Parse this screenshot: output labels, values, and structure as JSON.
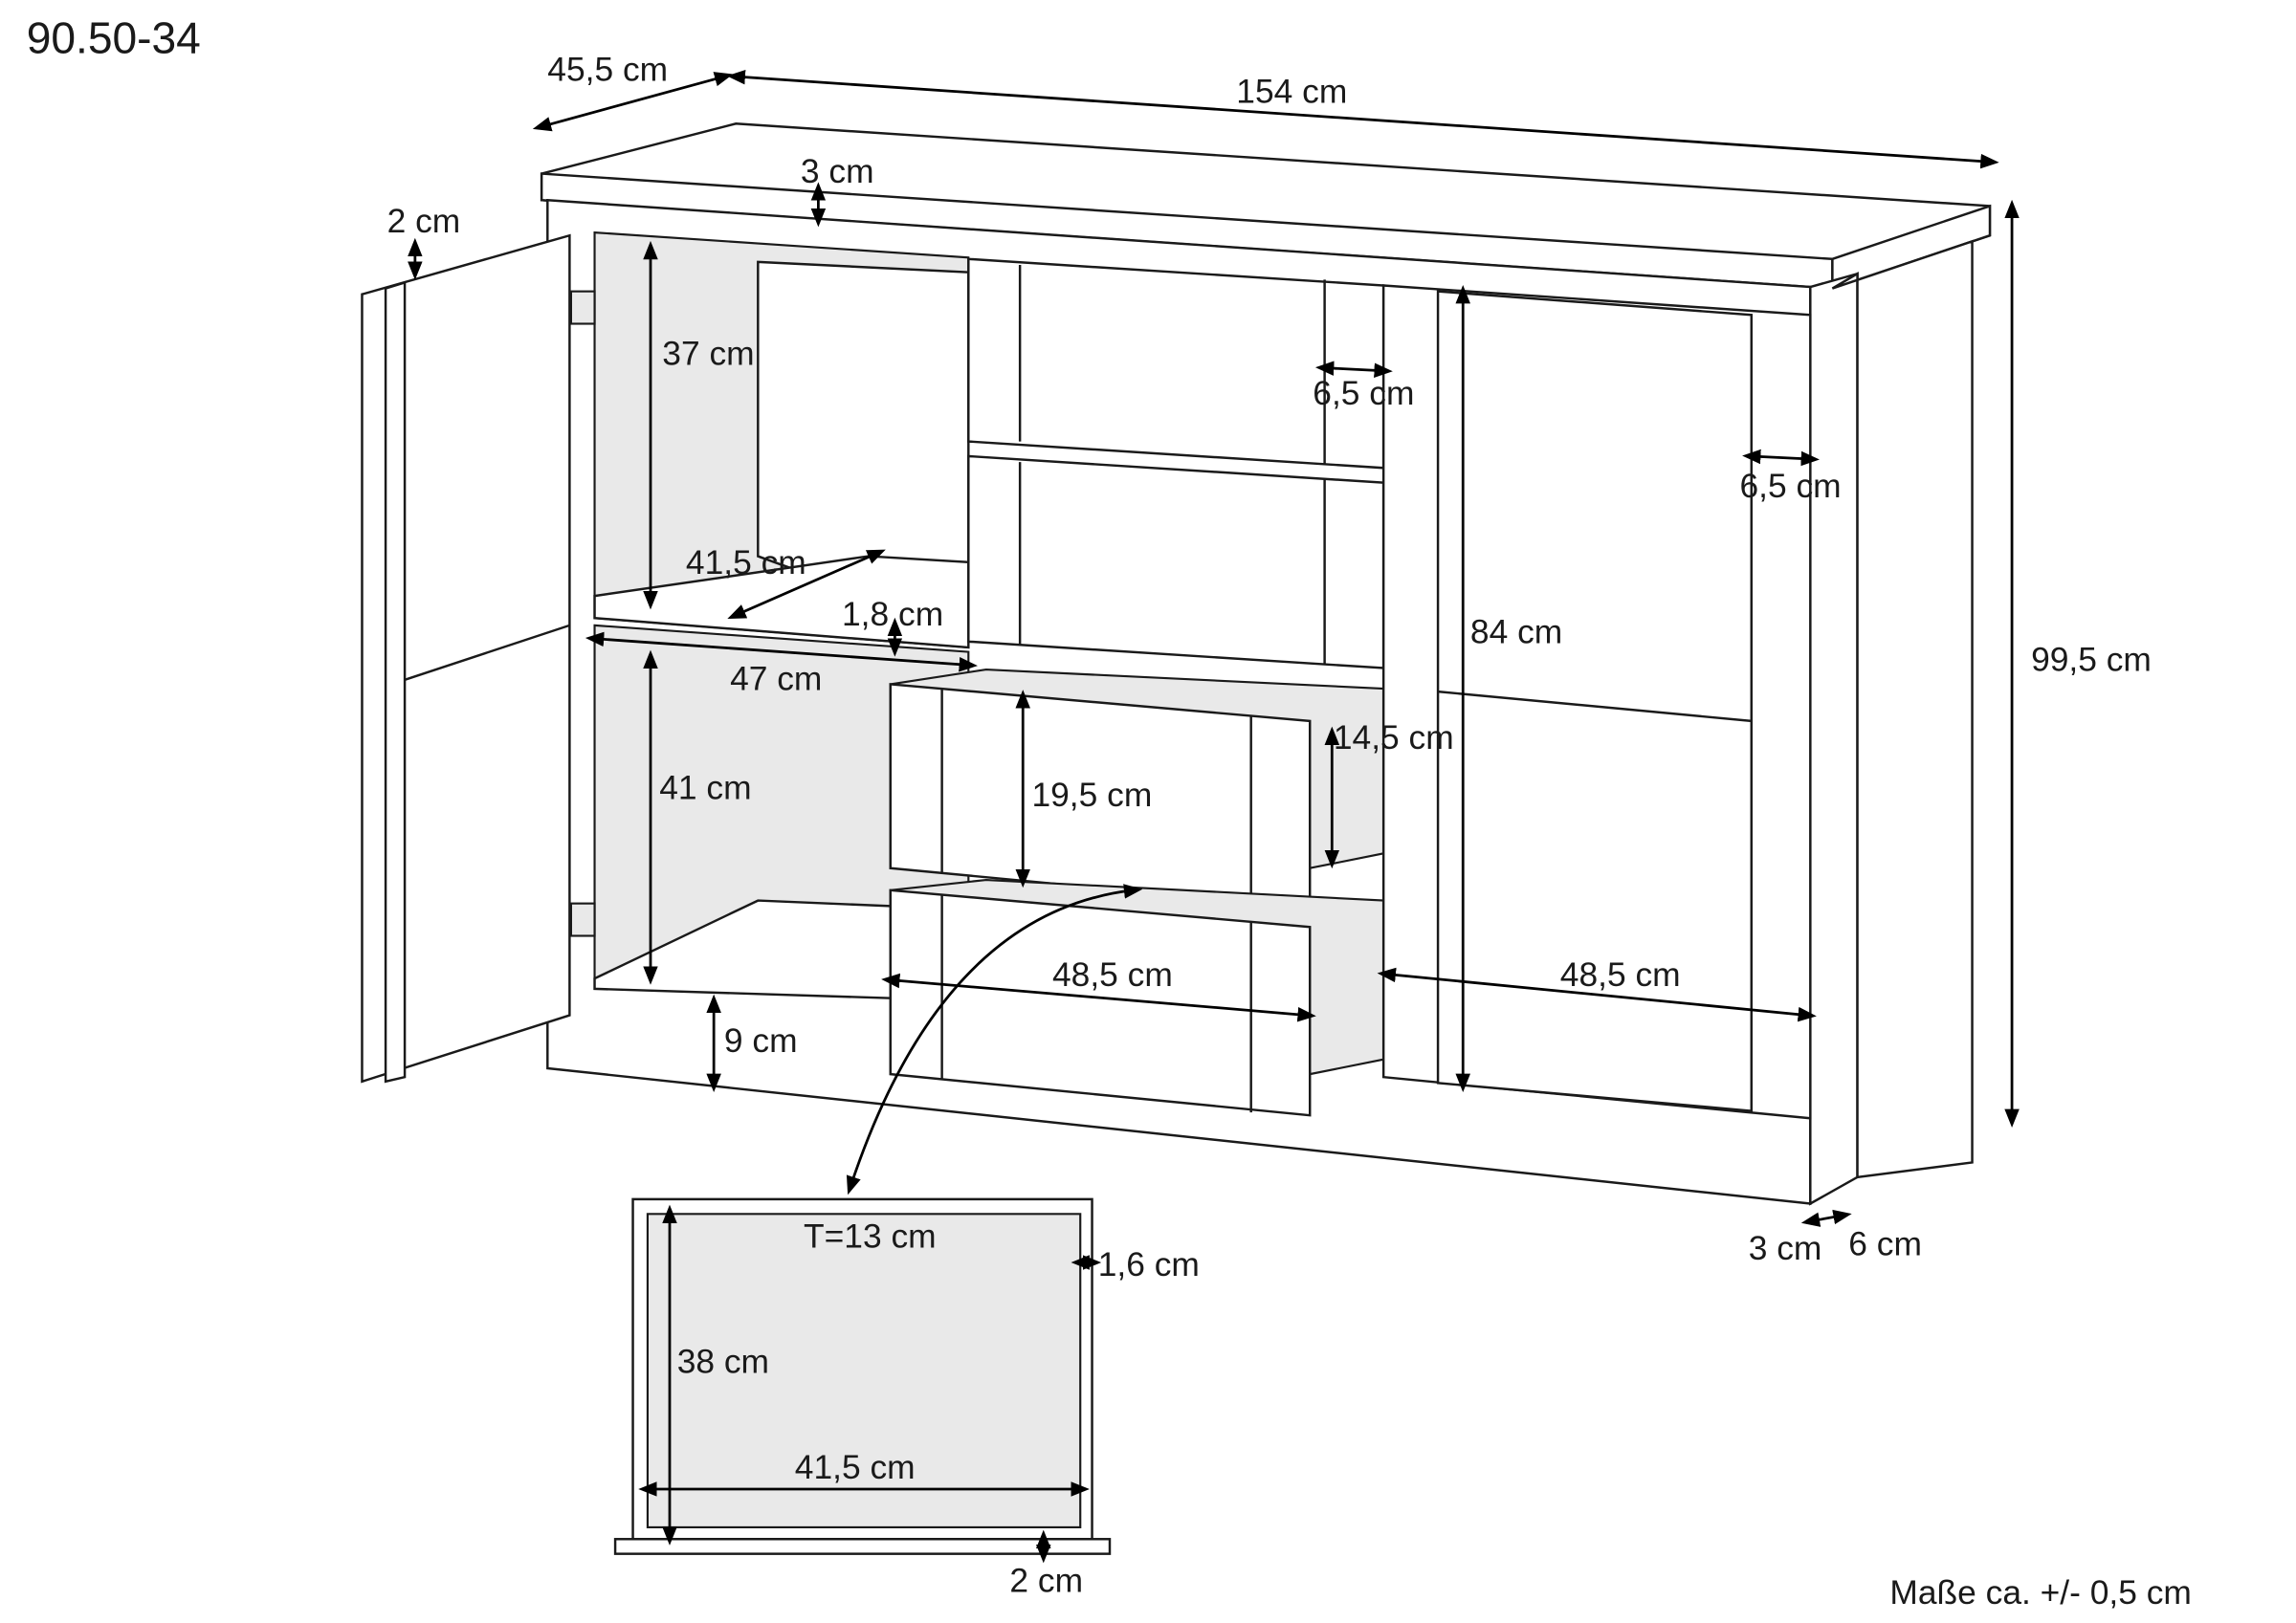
{
  "article_number": "90.50-34",
  "note": "Maße ca. +/- 0,5 cm",
  "dimensions": {
    "depth": "45,5 cm",
    "width": "154 cm",
    "top_thickness": "3 cm",
    "door_thickness": "2 cm",
    "upper_compartment_height": "37 cm",
    "drawer_frame_width": "6,5 cm",
    "door_frame_width": "6,5 cm",
    "shelf_depth": "41,5 cm",
    "shelf_thickness": "1,8 cm",
    "inner_width_left": "47 cm",
    "drawer_inner_height": "14,5 cm",
    "drawer_front_height": "19,5 cm",
    "lower_compartment_height": "41 cm",
    "right_door_height": "84 cm",
    "total_height": "99,5 cm",
    "drawer_front_width": "48,5 cm",
    "right_door_width": "48,5 cm",
    "plinth_height": "9 cm",
    "side_panel_thickness": "3 cm",
    "leg_width": "6 cm"
  },
  "drawer_detail": {
    "depth": "T=13 cm",
    "side_thickness": "1,6 cm",
    "inner_depth": "38 cm",
    "inner_width": "41,5 cm",
    "bottom_thickness": "2 cm"
  }
}
